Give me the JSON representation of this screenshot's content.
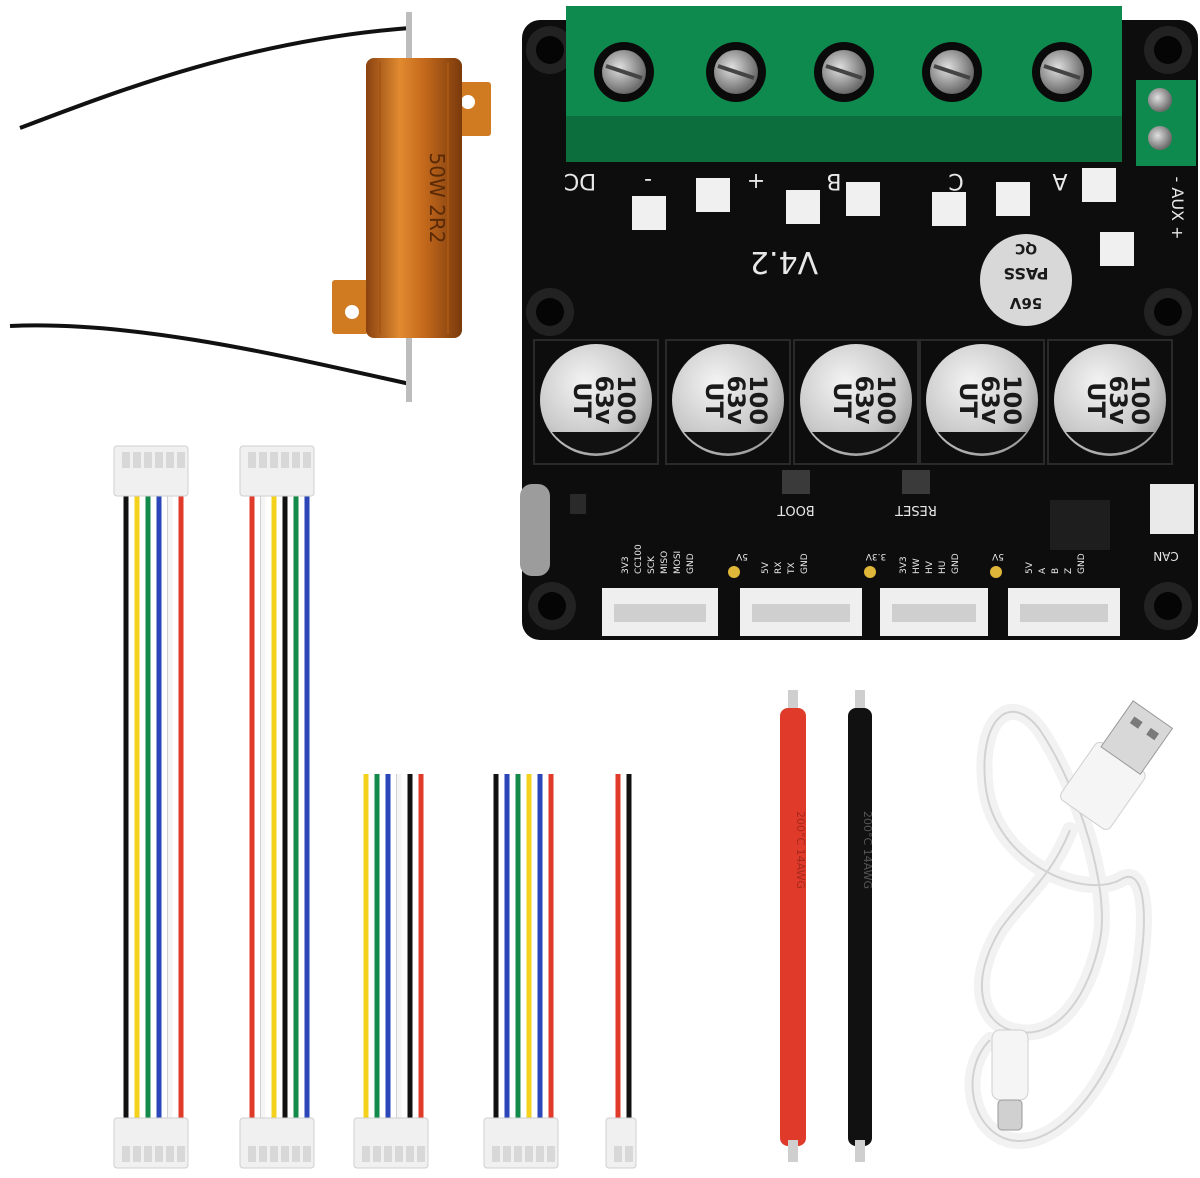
{
  "resistor": {
    "label": "50W 2R2"
  },
  "board": {
    "terminal_labels": [
      "DC",
      "-",
      "+",
      "B",
      "C",
      "A"
    ],
    "aux_label": "- AUX +",
    "version": "V4.2",
    "qc_sticker": [
      "QC",
      "PASS",
      "56V"
    ],
    "capacitor_text": [
      "100",
      "63v",
      "UT"
    ],
    "button_labels": [
      "BOOT",
      "RESET"
    ],
    "can_label": "CAN",
    "connector_pins": [
      [
        "3V3",
        "CC100",
        "SCK",
        "MISO",
        "MOSI",
        "GND"
      ],
      [
        "5V",
        "RX",
        "TX",
        "GND"
      ],
      [
        "3V3",
        "HW",
        "HV",
        "HU",
        "GND"
      ],
      [
        "5V",
        "A",
        "B",
        "Z",
        "GND"
      ]
    ],
    "pad_labels": [
      "5V",
      "3.3V",
      "5V"
    ]
  },
  "silicone_wires": {
    "red_label": "200°C 14AWG",
    "black_label": "200°C 14AWG"
  },
  "colors": {
    "pcb": "#0d0d0d",
    "terminal_block": "#0f8a4e",
    "resistor_body": "#c56a1c",
    "capacitor": "#cfcfcf",
    "wire_red": "#e03a2a",
    "wire_black": "#111111",
    "wire_yellow": "#f3d11c",
    "wire_green": "#128a4a",
    "wire_blue": "#2a46b8",
    "wire_white": "#f5f5f5",
    "usb_cable": "#f2f2f2"
  },
  "icons": [
    "resistor-icon",
    "driver-board-icon",
    "jumper-cable-icon",
    "silicone-wire-icon",
    "usb-c-cable-icon"
  ]
}
